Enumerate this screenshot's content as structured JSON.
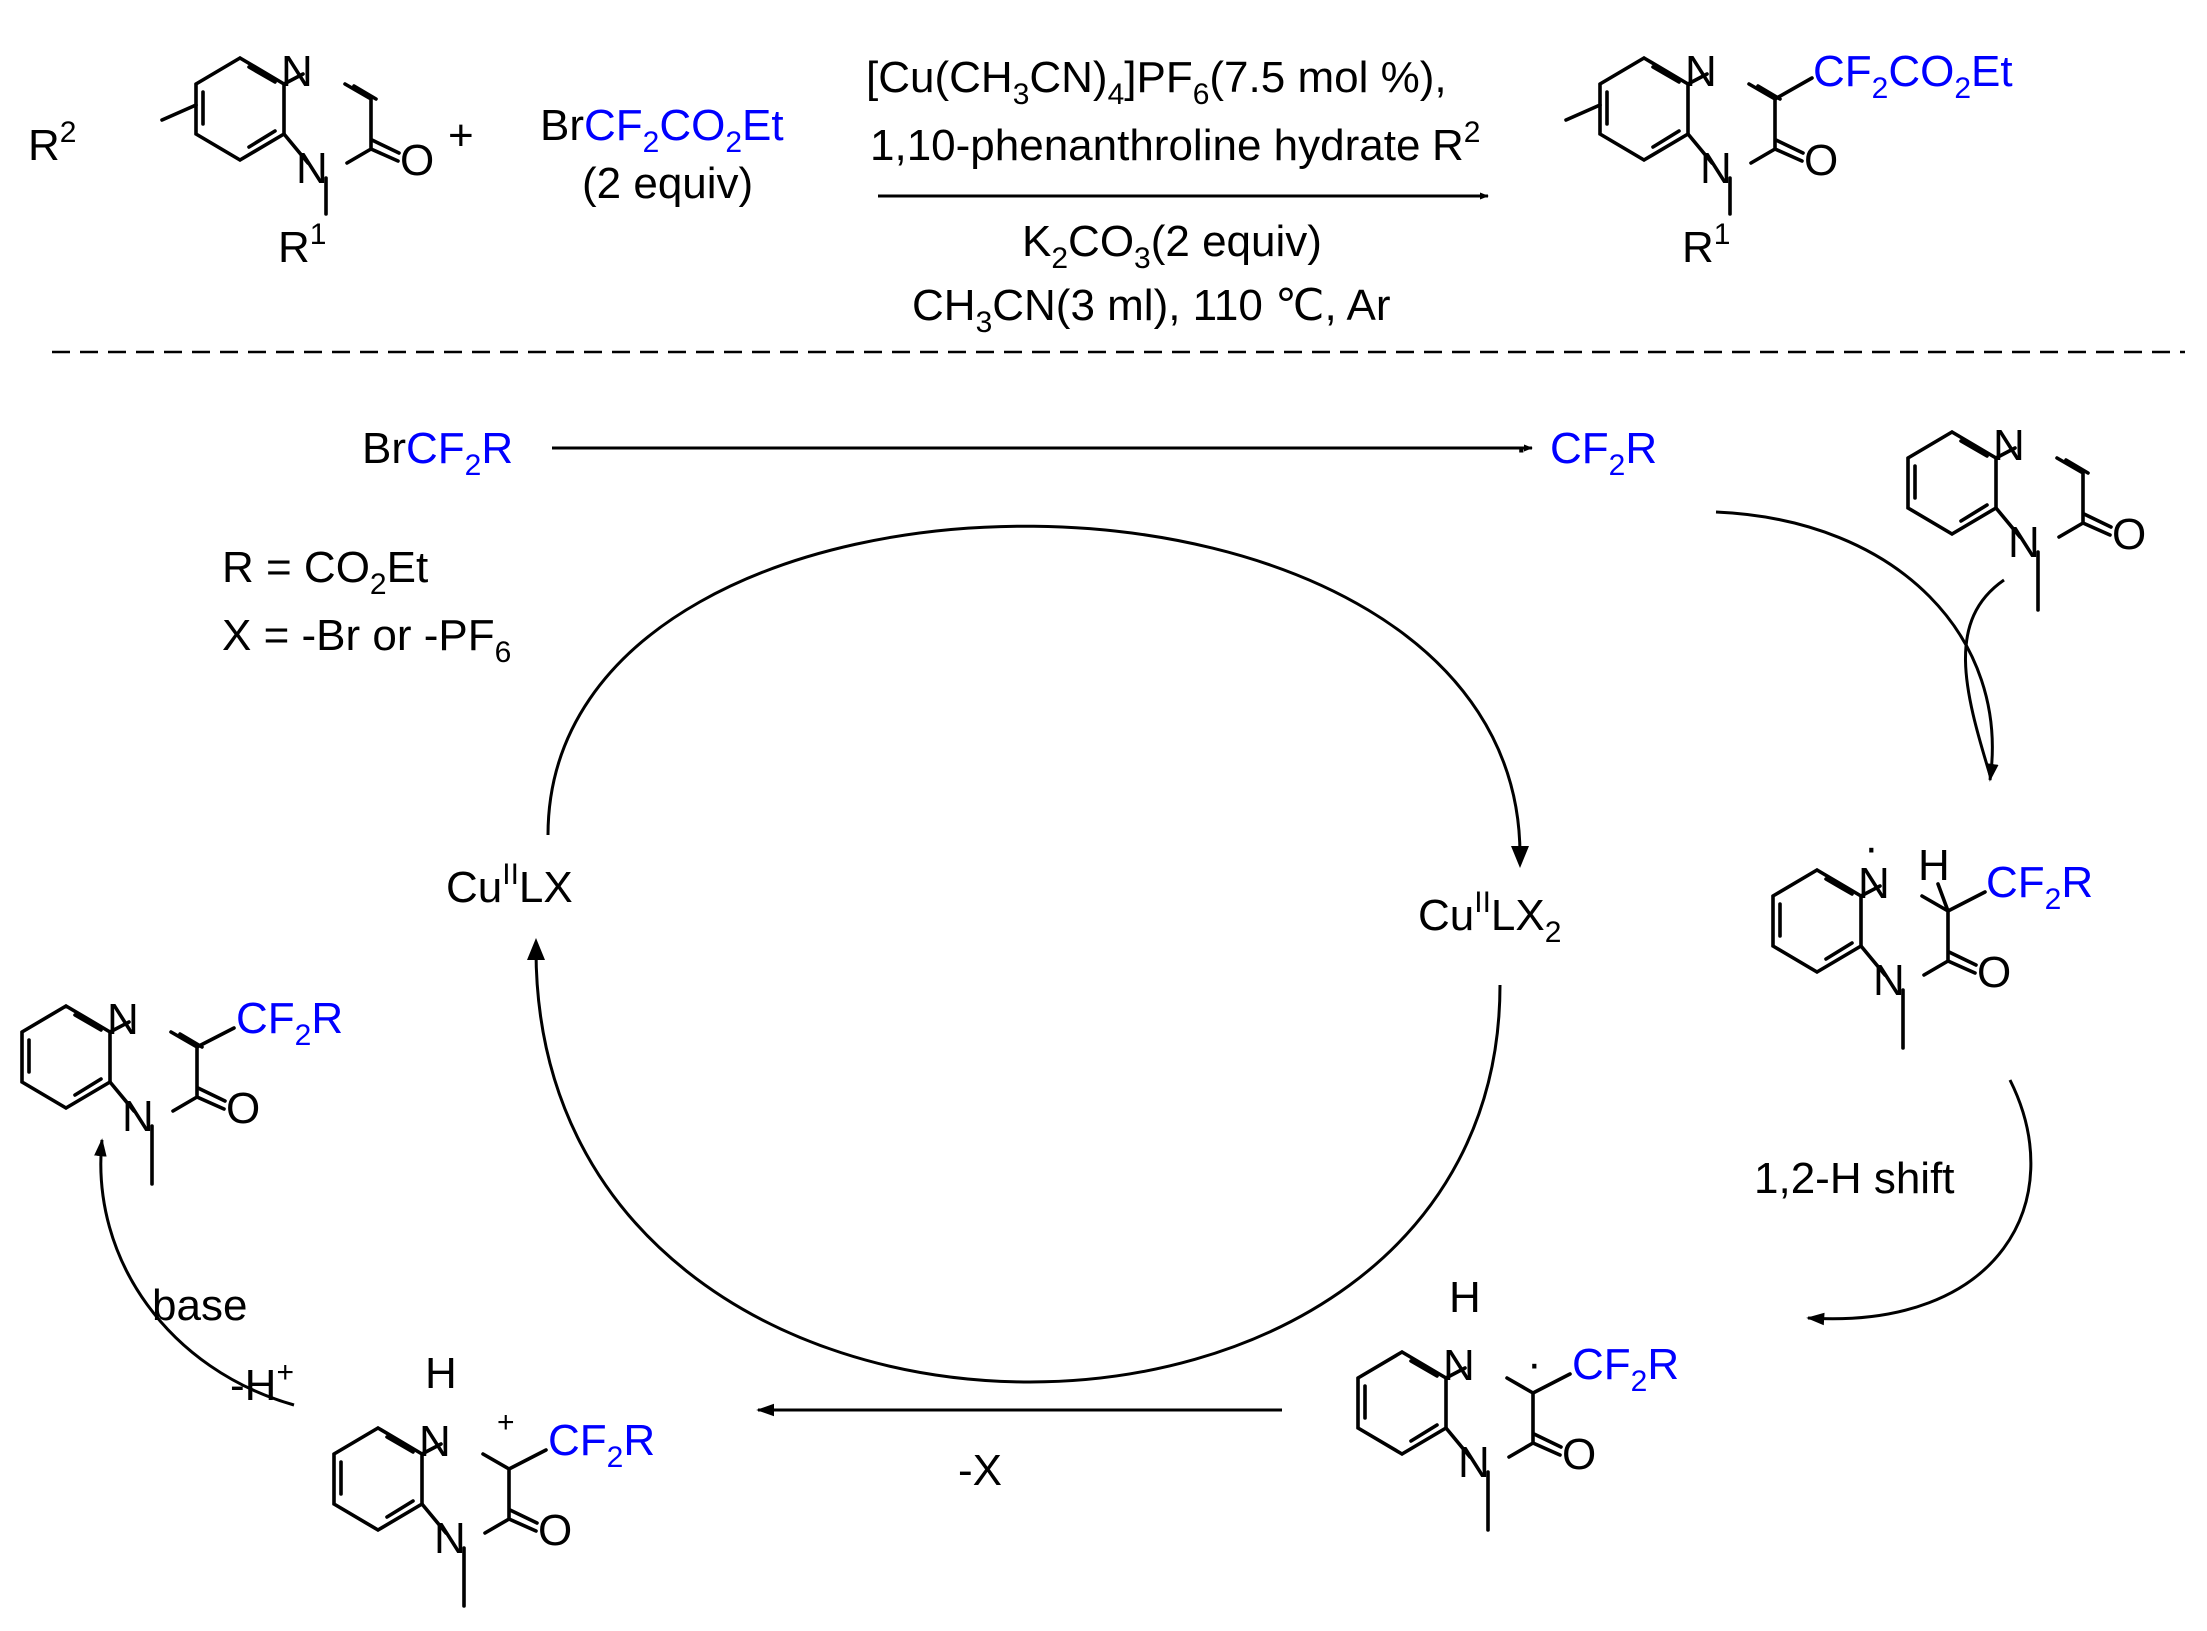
{
  "labels": {
    "R1": "R",
    "R1_sup": "1",
    "R2": "R",
    "R2_sup": "2",
    "plus": "+",
    "N": "N",
    "O": "O",
    "H": "H",
    "radical_dot": "·",
    "cation_plus": "+"
  },
  "reagent": {
    "br": "Br",
    "cf2": "CF",
    "sub2": "2",
    "co2": "CO",
    "et": "Et",
    "equiv": "(2 equiv)"
  },
  "product_substituent": {
    "cf2": "CF",
    "sub2": "2",
    "co2": "CO",
    "et": "Et"
  },
  "conditions": {
    "line1_a": "[Cu(CH",
    "line1_s1": "3",
    "line1_b": "CN)",
    "line1_s2": "4",
    "line1_c": "]PF",
    "line1_s3": "6",
    "line1_d": "(7.5 mol %),",
    "line2": "1,10-phenanthroline hydrate",
    "line3_a": "K",
    "line3_s1": "2",
    "line3_b": "CO",
    "line3_s2": "3",
    "line3_c": "(2 equiv)",
    "line4_a": "CH",
    "line4_s1": "3",
    "line4_b": "CN(3 ml), 110 ℃, Ar"
  },
  "mechanism": {
    "bromide_br": "Br",
    "cf2": "CF",
    "sub2": "2",
    "r": "R",
    "radical_dot": "·",
    "def_r_a": "R = CO",
    "def_r_s": "2",
    "def_r_b": "Et",
    "def_x_a": "X = -Br or -PF",
    "def_x_s": "6",
    "cu1_a": "Cu",
    "cu1_sup": "II",
    "cu1_b": "LX",
    "cu2_a": "Cu",
    "cu2_sup": "II",
    "cu2_b": "LX",
    "cu2_sub": "2",
    "shift_label": "1,2-H shift",
    "base_label": "base",
    "deprot_a": "-H",
    "deprot_sup": "+",
    "minus_x": "-X"
  },
  "colors": {
    "highlight": "#0000ff",
    "ink": "#000000"
  }
}
